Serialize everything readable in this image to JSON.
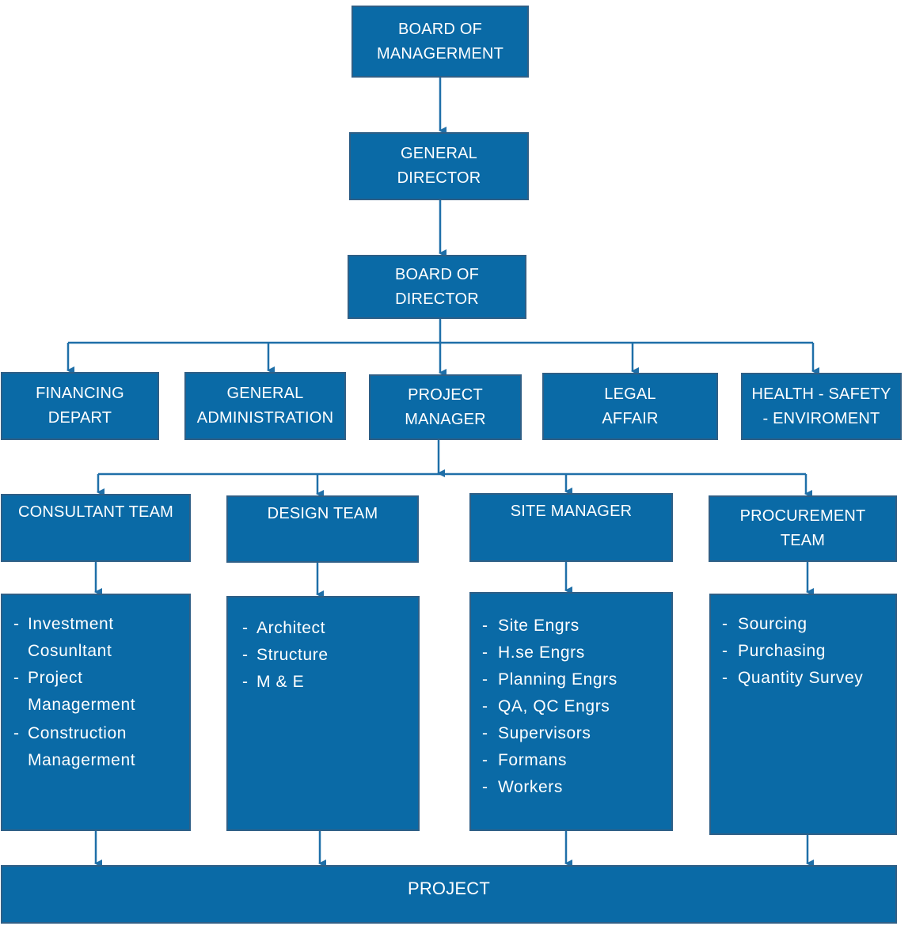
{
  "colors": {
    "box_fill": "#0A6AA6",
    "box_border": "#2F5F86",
    "connector": "#1F6FA8",
    "text": "#ffffff"
  },
  "nodes": {
    "board_of_management": {
      "lines": [
        "BOARD OF",
        "MANAGERMENT"
      ]
    },
    "general_director": {
      "lines": [
        "GENERAL",
        "DIRECTOR"
      ]
    },
    "board_of_director": {
      "lines": [
        "BOARD OF",
        "DIRECTOR"
      ]
    },
    "financing_depart": {
      "lines": [
        "FINANCING",
        "DEPART"
      ]
    },
    "general_administration": {
      "lines": [
        "GENERAL",
        "ADMINISTRATION"
      ]
    },
    "project_manager": {
      "lines": [
        "PROJECT",
        "MANAGER"
      ]
    },
    "legal_affair": {
      "lines": [
        "LEGAL",
        "AFFAIR"
      ]
    },
    "health_safety_environment": {
      "lines": [
        "HEALTH - SAFETY",
        "- ENVIROMENT"
      ]
    },
    "consultant_team": {
      "lines": [
        "CONSULTANT TEAM"
      ]
    },
    "design_team": {
      "lines": [
        "DESIGN TEAM"
      ]
    },
    "site_manager": {
      "lines": [
        "SITE MANAGER"
      ]
    },
    "procurement_team": {
      "lines": [
        "PROCUREMENT",
        "TEAM"
      ]
    },
    "project": {
      "lines": [
        "PROJECT"
      ]
    }
  },
  "lists": {
    "consultant": [
      "Investment",
      "Cosunltant",
      "Project",
      "Managerment",
      "Construction",
      "Managerment"
    ],
    "design": [
      "Architect",
      "Structure",
      "M & E"
    ],
    "site": [
      "Site Engrs",
      "H.se Engrs",
      "Planning Engrs",
      "QA, QC Engrs",
      "Supervisors",
      "Formans",
      "Workers"
    ],
    "procurement": [
      "Sourcing",
      "Purchasing",
      "Quantity Survey"
    ]
  }
}
